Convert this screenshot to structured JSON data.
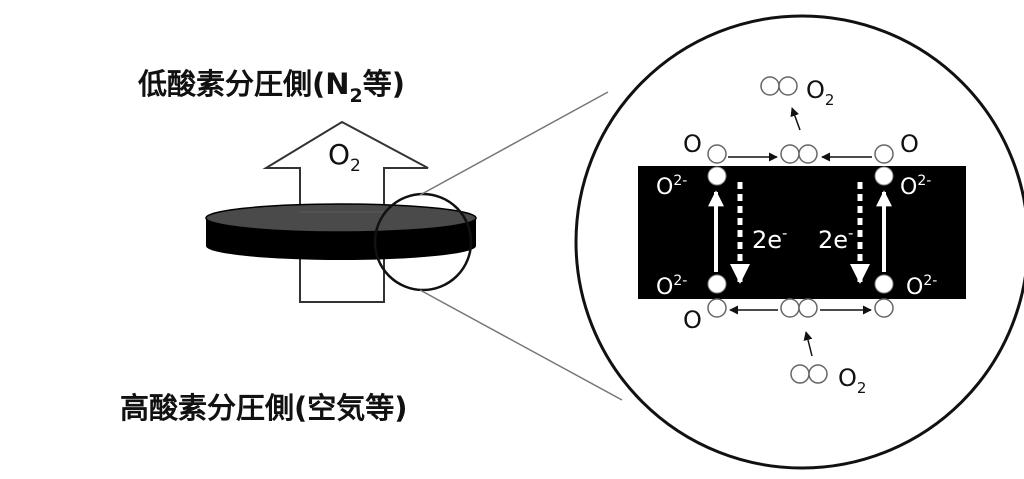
{
  "labels": {
    "top_prefix": "低酸素分圧側(N",
    "top_sub": "2",
    "top_suffix": "等)",
    "bottom": "高酸素分圧側(空気等)",
    "arrow_o": "O",
    "arrow_sub": "2",
    "o2_top_o": "O",
    "o2_top_sub": "2",
    "o2_bottom_o": "O",
    "o2_bottom_sub": "2",
    "o_top_left": "O",
    "o_top_right": "O",
    "o_bottom_left": "O",
    "ion_o": "O",
    "ion_charge": "2-",
    "electron": "2e",
    "electron_charge": "-"
  },
  "colors": {
    "membrane": "#000000",
    "disc_top": "#4a4a4a",
    "background": "#ffffff",
    "guide_line": "#777777"
  }
}
